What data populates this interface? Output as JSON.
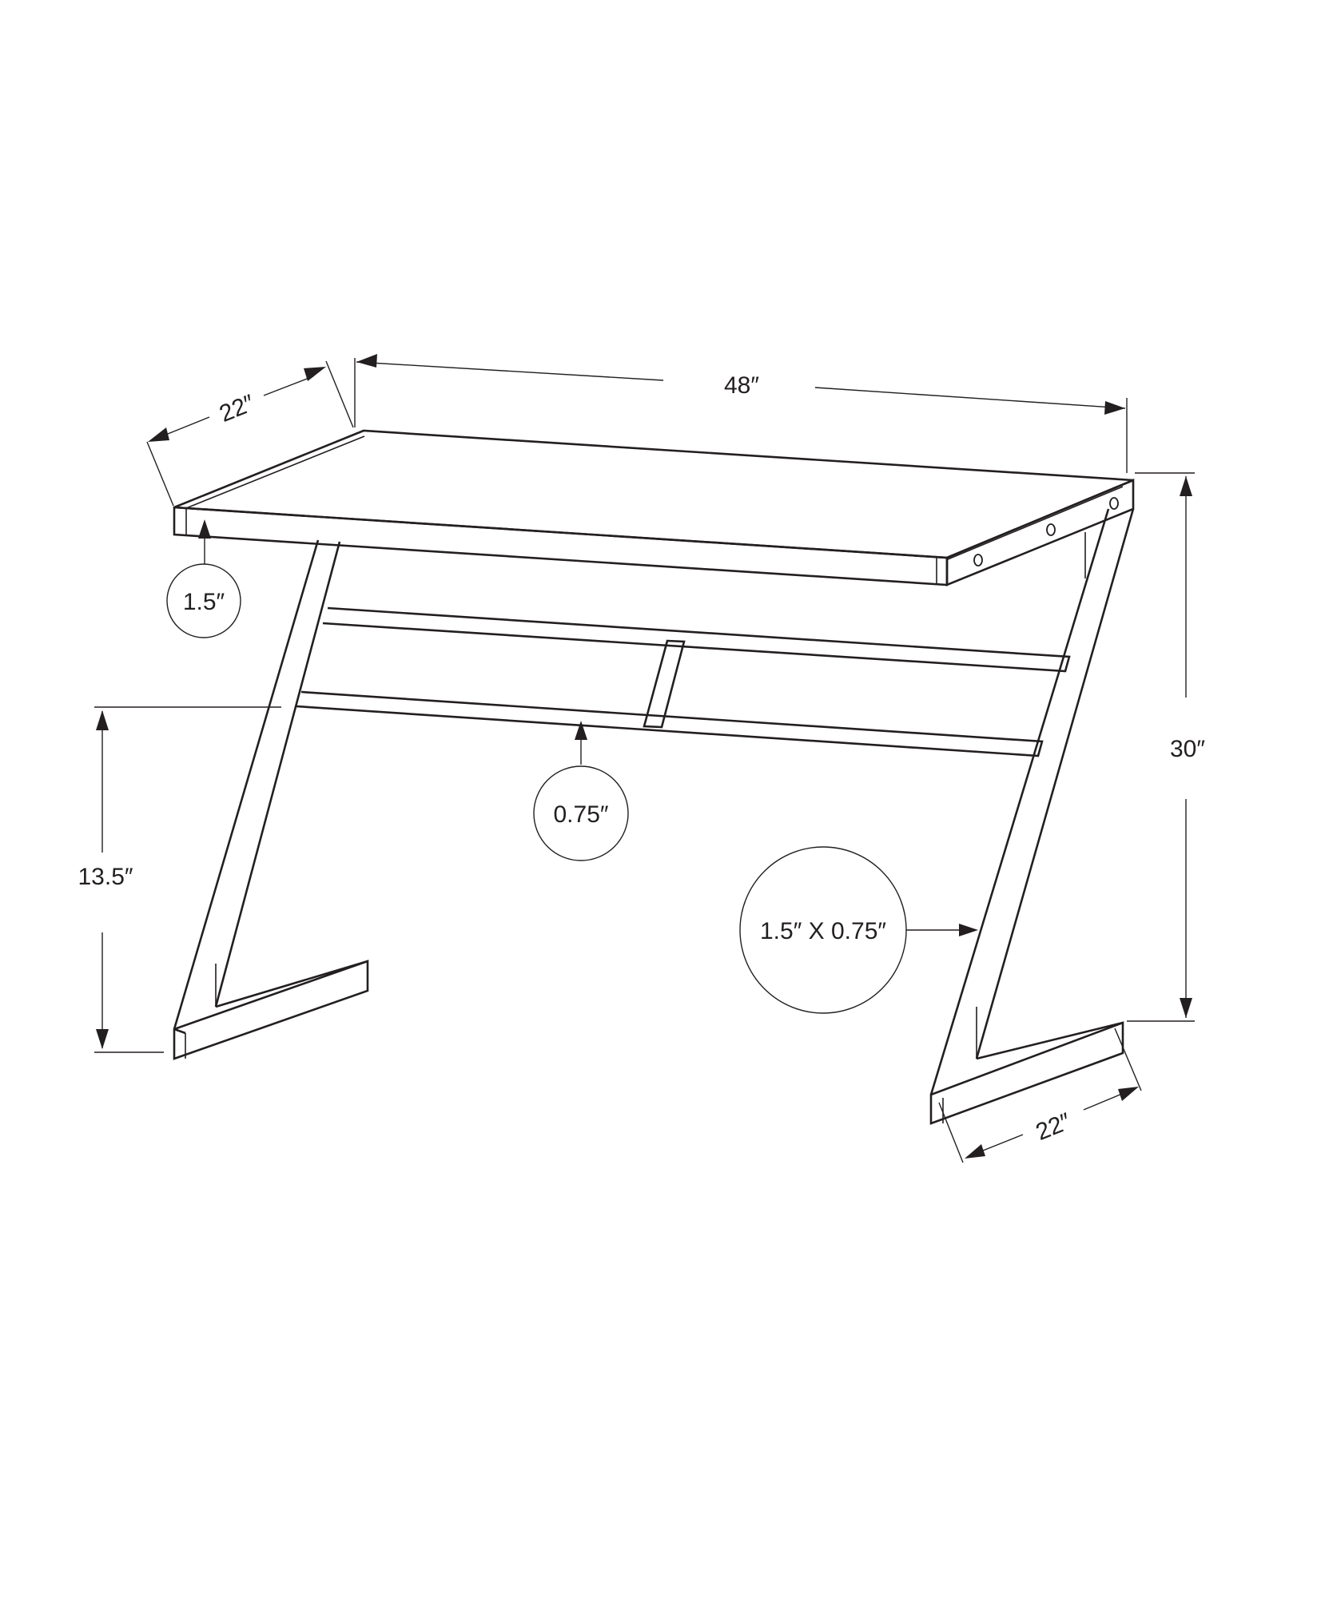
{
  "dimensions": {
    "depth_top": "22″",
    "width_top": "48″",
    "height_total": "30″",
    "top_thickness": "1.5″",
    "stretcher_thickness": "0.75″",
    "stretcher_height": "13.5″",
    "leg_profile": "1.5″ X 0.75″",
    "depth_base": "22″"
  },
  "colors": {
    "line": "#231f20",
    "background": "#ffffff"
  }
}
